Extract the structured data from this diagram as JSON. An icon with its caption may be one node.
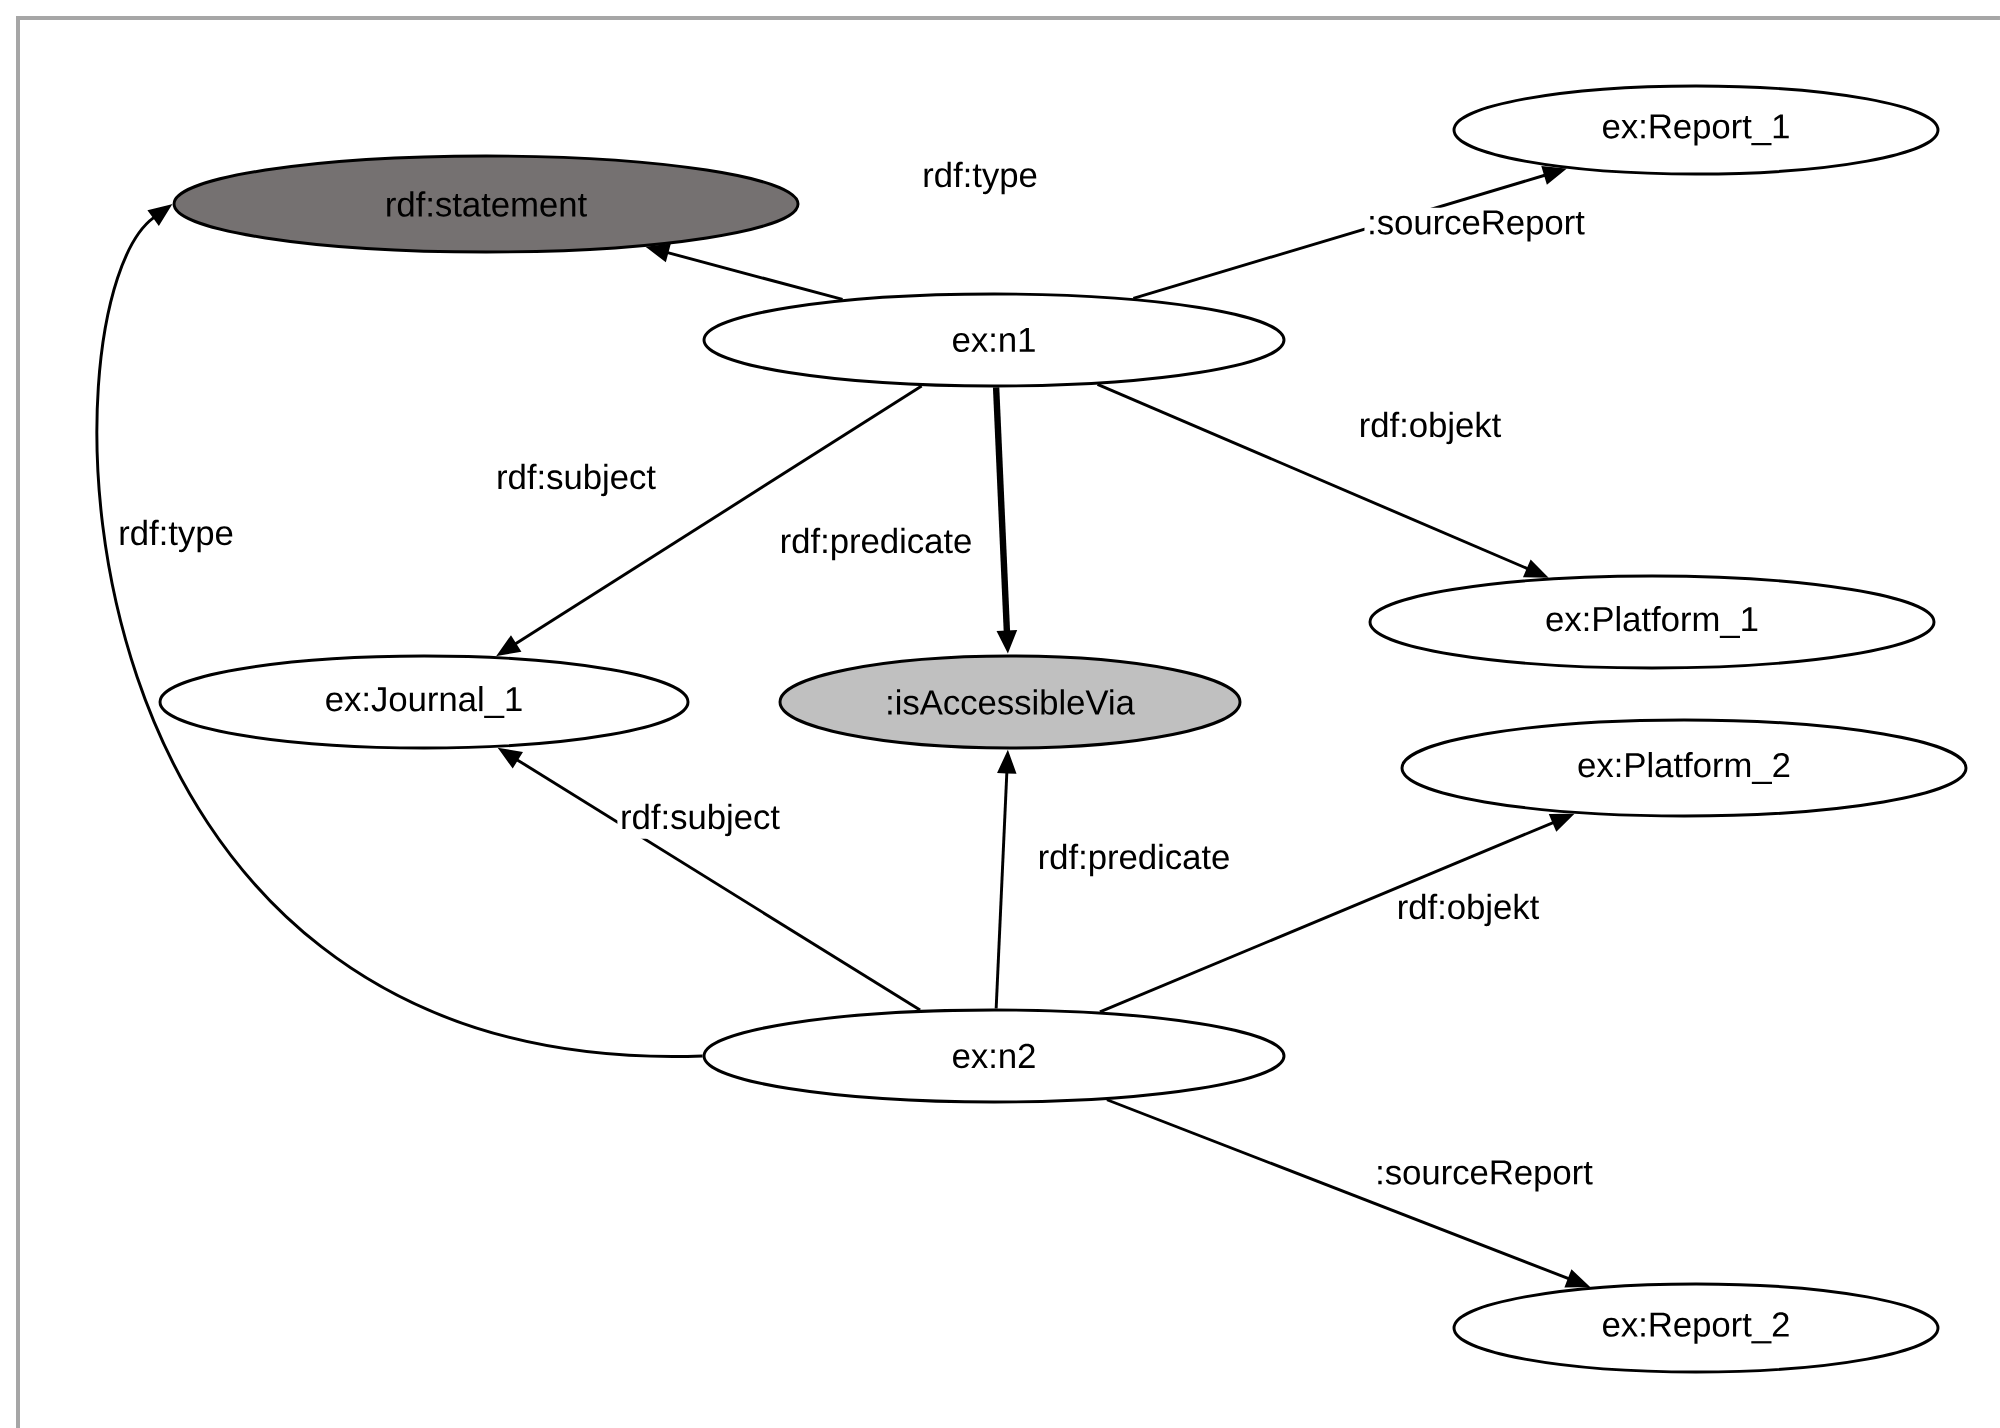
{
  "diagram": {
    "nodes": [
      {
        "text": [
          "rdf:statement"
        ]
      },
      {
        "text": [
          "ex:Report_1"
        ]
      },
      {
        "text": [
          "ex:n1"
        ]
      },
      {
        "text": [
          "ex:Platform_1"
        ]
      },
      {
        "text": [
          "ex:Journal_1"
        ]
      },
      {
        "text": [
          ":isAccessibleVia"
        ]
      },
      {
        "text": [
          "ex:Platform_2"
        ]
      },
      {
        "text": [
          "ex:n2"
        ]
      },
      {
        "text": [
          "ex:Report_2"
        ]
      }
    ],
    "edges": [
      {
        "from": 2,
        "to": 0,
        "arrow": "to",
        "label": "rdf:type"
      },
      {
        "from": 2,
        "to": 1,
        "arrow": "to",
        "label": ":sourceReport"
      },
      {
        "from": 2,
        "to": 4,
        "arrow": "to",
        "label": "rdf:subject"
      },
      {
        "from": 2,
        "to": 5,
        "arrow": "to",
        "label": "rdf:predicate",
        "style": "thick"
      },
      {
        "from": 2,
        "to": 3,
        "arrow": "to",
        "label": "rdf:objekt"
      },
      {
        "from": 7,
        "to": 0,
        "arrow": "to",
        "label": "rdf:type"
      },
      {
        "from": 7,
        "to": 4,
        "arrow": "to",
        "label": "rdf:subject"
      },
      {
        "from": 7,
        "to": 5,
        "arrow": "to",
        "label": "rdf:predicate"
      },
      {
        "from": 7,
        "to": 6,
        "arrow": "to",
        "label": "rdf:objekt"
      },
      {
        "from": 7,
        "to": 8,
        "arrow": "to",
        "label": ":sourceReport"
      }
    ]
  }
}
